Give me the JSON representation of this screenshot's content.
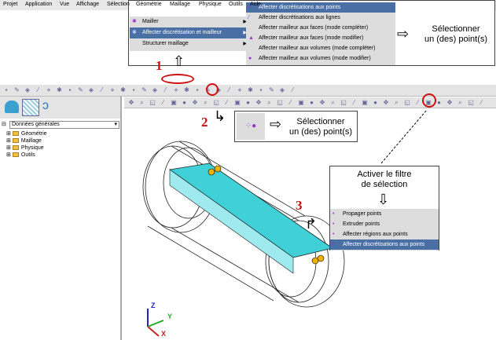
{
  "menu_callout": {
    "main_items": [
      {
        "label": "Mailler",
        "icon": "mesh-icon"
      },
      {
        "label": "Affecter discrétisation et mailleur",
        "icon": "assign-icon",
        "selected": true
      },
      {
        "label": "Structurer maillage"
      }
    ],
    "sub_items": [
      {
        "label": "Affecter discrétisations aux points",
        "selected": true
      },
      {
        "label": "Affecter discrétisations aux lignes"
      },
      {
        "label": "Affecter mailleur aux faces (mode compléter)"
      },
      {
        "label": "Affecter mailleur aux faces (mode modifier)"
      },
      {
        "label": "Affecter mailleur aux volumes (mode compléter)"
      },
      {
        "label": "Affecter mailleur aux volumes (mode modifier)"
      }
    ],
    "instruction_line1": "Sélectionner",
    "instruction_line2": "un (des) point(s)"
  },
  "steps": {
    "one": "1",
    "two": "2",
    "three": "3"
  },
  "menubar": [
    "Projet",
    "Application",
    "Vue",
    "Affichage",
    "Sélection",
    "Géométrie",
    "Maillage",
    "Physique",
    "Outils",
    "Aide"
  ],
  "tree": {
    "root": "Données générales",
    "items": [
      "Géométrie",
      "Maillage",
      "Physique",
      "Outils"
    ]
  },
  "callout2": {
    "line1": "Sélectionner",
    "line2": "un (des) point(s)"
  },
  "callout3": {
    "line1": "Activer le filtre",
    "line2": "de sélection",
    "items": [
      {
        "label": "Propager points"
      },
      {
        "label": "Extruder points"
      },
      {
        "label": "Affecter régions aux points"
      },
      {
        "label": "Affecter discrétisations aux points",
        "selected": true
      }
    ]
  },
  "axes": {
    "z": "Z",
    "y": "Y",
    "x": "X"
  },
  "colors": {
    "highlight": "#d01010",
    "selection": "#4a6fa5",
    "face": "#40d0d8",
    "point": "#f0b000"
  }
}
